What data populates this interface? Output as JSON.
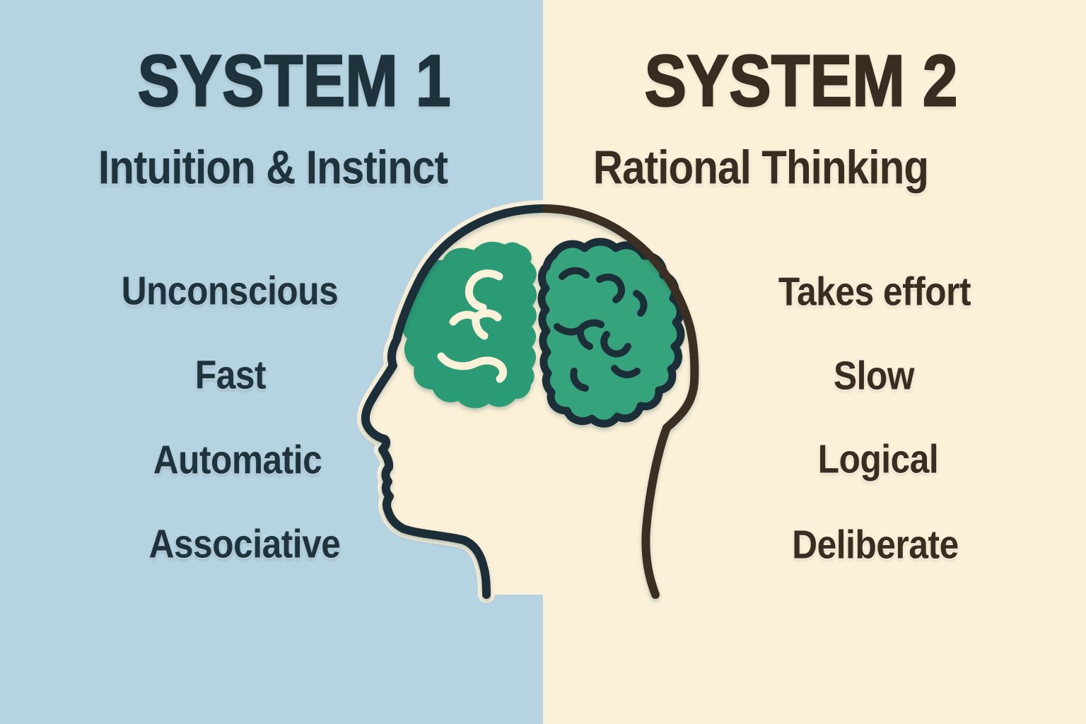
{
  "colors": {
    "left_bg": "#b6d3e1",
    "right_bg": "#fbf0d8",
    "left_text": "#1f333c",
    "right_text": "#392d21",
    "brain_left": "#2a9b75",
    "brain_right": "#36a47d",
    "outline_left": "#1c2f37",
    "outline_right": "#3a2f23",
    "head_fill": "#fbf0d8"
  },
  "left_panel": {
    "title": "SYSTEM 1",
    "subtitle": "Intuition & Instinct",
    "items": [
      "Unconscious",
      "Fast",
      "Automatic",
      "Associative"
    ]
  },
  "right_panel": {
    "title": "SYSTEM 2",
    "subtitle": "Rational Thinking",
    "items": [
      "Takes effort",
      "Slow",
      "Logical",
      "Deliberate"
    ]
  }
}
